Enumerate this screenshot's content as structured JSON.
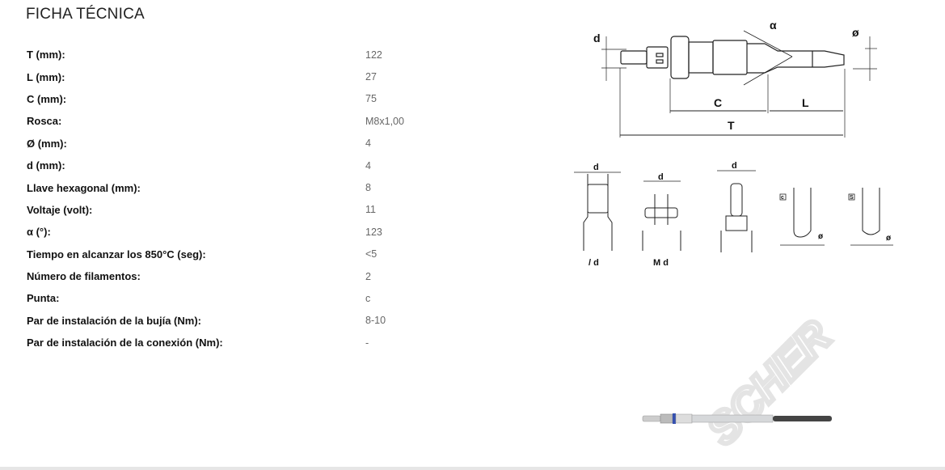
{
  "title": "FICHA TÉCNICA",
  "specs": [
    {
      "label": "T (mm):",
      "value": "122"
    },
    {
      "label": "L (mm):",
      "value": "27"
    },
    {
      "label": "C (mm):",
      "value": "75"
    },
    {
      "label": "Rosca:",
      "value": "M8x1,00"
    },
    {
      "label": "Ø (mm):",
      "value": "4"
    },
    {
      "label": "d (mm):",
      "value": "4"
    },
    {
      "label": "Llave hexagonal (mm):",
      "value": "8"
    },
    {
      "label": "Voltaje (volt):",
      "value": "11"
    },
    {
      "label": "α (°):",
      "value": "123"
    },
    {
      "label": "Tiempo en alcanzar los 850°C (seg):",
      "value": "<5"
    },
    {
      "label": "Número de filamentos:",
      "value": "2"
    },
    {
      "label": "Punta:",
      "value": "c"
    },
    {
      "label": "Par de instalación de la bujía (Nm):",
      "value": "8-10"
    },
    {
      "label": "Par de instalación de la conexión (Nm):",
      "value": "-"
    }
  ],
  "diagram": {
    "d": "d",
    "alpha": "α",
    "phi": "ø",
    "C": "C",
    "L": "L",
    "T": "T",
    "conn1": "/ d",
    "conn2": "M d",
    "tip_c": "c",
    "tip_s": "S"
  },
  "watermark": "FISCHER",
  "colors": {
    "label": "#111111",
    "value": "#666666",
    "watermark": "#ececec"
  }
}
